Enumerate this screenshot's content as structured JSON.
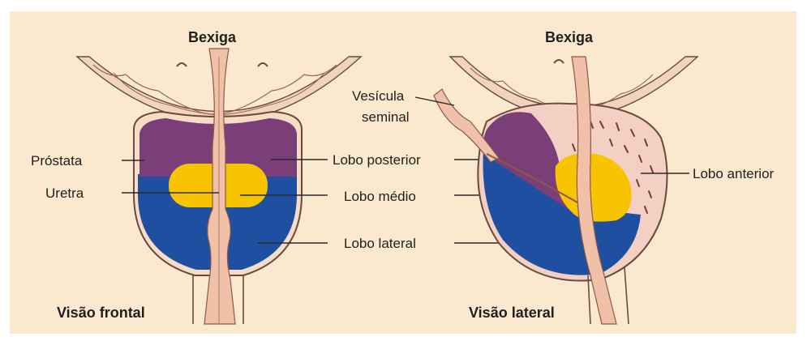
{
  "colors": {
    "background": "#fbe9cf",
    "bladder_wall": "#f2d3bc",
    "capsule": "#f7dcc8",
    "capsule_outline": "#6b4a3c",
    "posterior_lobe": "#7a3f78",
    "median_lobe": "#f8c300",
    "lateral_lobe": "#1e4fa0",
    "urethra": "#f0c1a8",
    "anterior_lobe": "#f3cfc4"
  },
  "frontal": {
    "title_top": "Bexiga",
    "view_label": "Visão frontal",
    "labels": {
      "prostata": "Próstata",
      "uretra": "Uretra"
    }
  },
  "center": {
    "lobo_posterior": "Lobo posterior",
    "lobo_medio": "Lobo médio",
    "lobo_lateral": "Lobo lateral"
  },
  "lateral": {
    "title_top": "Bexiga",
    "view_label": "Visão lateral",
    "labels": {
      "vesicula_line1": "Vesícula",
      "vesicula_line2": "seminal",
      "lobo_anterior": "Lobo anterior"
    }
  }
}
